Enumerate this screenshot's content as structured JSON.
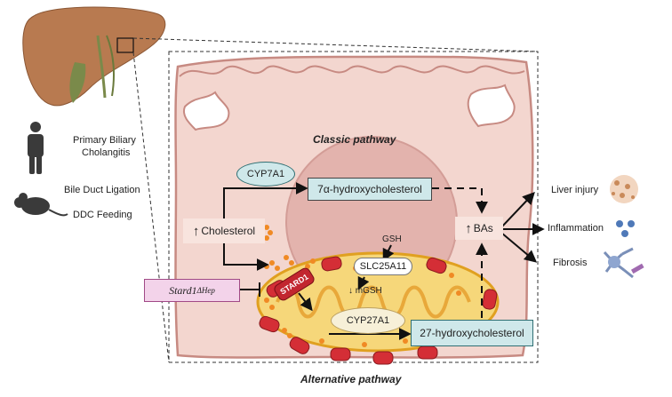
{
  "colors": {
    "liver": "#b87a50",
    "cell_fill": "#f3d6cf",
    "cell_border": "#c78a82",
    "nucleus": "#e3b3ad",
    "mito_fill": "#f6d77a",
    "mito_edge": "#e0a020",
    "red_dot": "#d42e36",
    "orange_dot": "#f08a24",
    "teal_box": "#cfe8ea",
    "teal_edge": "#2f6f73",
    "pink_box": "#f3d3ea",
    "pink_edge": "#a14a86",
    "cream_ellipse": "#f7f0d8",
    "icon_gray": "#3a3a3a"
  },
  "models": {
    "pbc_line1": "Primary Biliary",
    "pbc_line2": "Cholangitis",
    "bdl": "Bile Duct Ligation",
    "ddc": "DDC Feeding"
  },
  "pathways": {
    "classic": "Classic pathway",
    "alternative": "Alternative pathway"
  },
  "nodes": {
    "cyp7a1": "CYP7A1",
    "hydroxy7a": "7α-hydroxycholesterol",
    "cholesterol_arrow": "↑",
    "cholesterol": "Cholesterol",
    "bas_arrow": "↑",
    "bas": "BAs",
    "gsh": "GSH",
    "slc25a11": "SLC25A11",
    "mgsh": "mGSH",
    "mgsh_arrow": "↓",
    "stard1": "STARD1",
    "stard1_hep": "Stard1",
    "stard1_hep_sup": "ΔHep",
    "cyp27a1": "CYP27A1",
    "hydroxy27": "27-hydroxycholesterol"
  },
  "outcomes": {
    "liver_injury": "Liver injury",
    "inflammation": "Inflammation",
    "fibrosis": "Fibrosis"
  }
}
